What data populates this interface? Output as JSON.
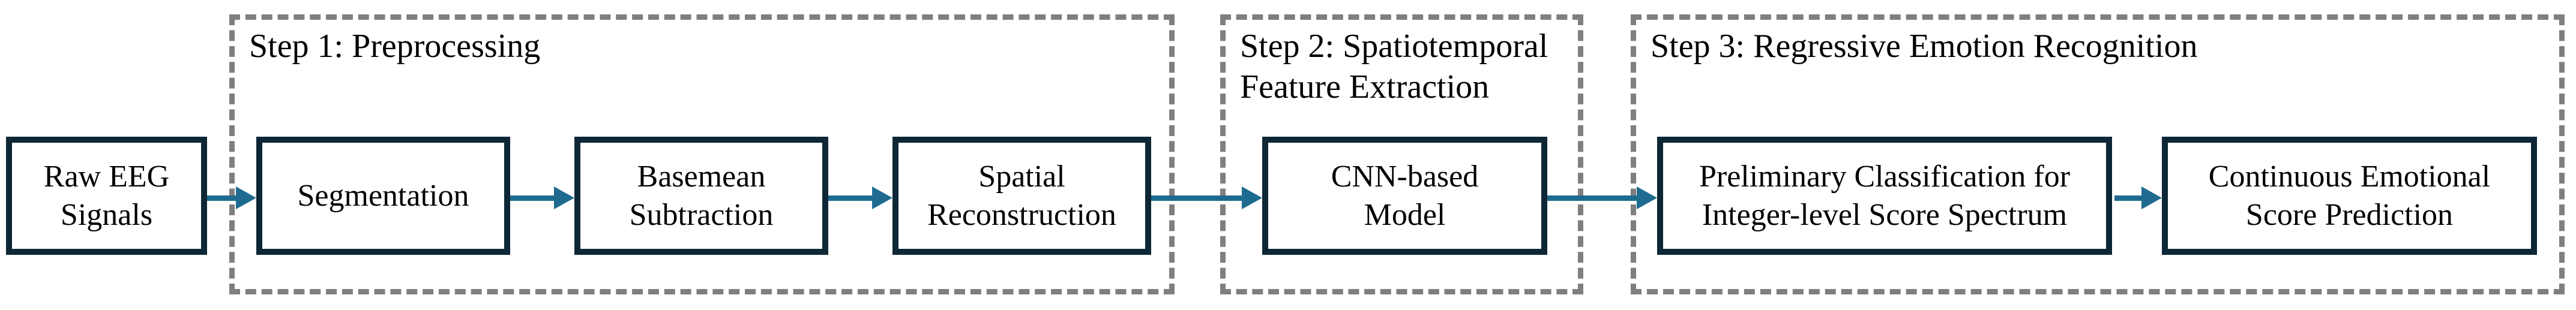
{
  "colors": {
    "background": "#ffffff",
    "text": "#000000",
    "box_border": "#0d2736",
    "arrow": "#1f6b90",
    "container_border": "#7f7f7f"
  },
  "diagram": {
    "type": "flowchart",
    "direction": "left-to-right",
    "input_node": {
      "label": "Raw EEG\nSignals"
    },
    "steps": [
      {
        "title": "Step 1: Preprocessing",
        "nodes": [
          {
            "label": "Segmentation"
          },
          {
            "label": "Basemean\nSubtraction"
          },
          {
            "label": "Spatial\nReconstruction"
          }
        ]
      },
      {
        "title": "Step 2: Spatiotemporal\nFeature Extraction",
        "nodes": [
          {
            "label": "CNN-based\nModel"
          }
        ]
      },
      {
        "title": "Step 3: Regressive Emotion Recognition",
        "nodes": [
          {
            "label": "Preliminary Classification for\nInteger-level Score Spectrum"
          },
          {
            "label": "Continuous Emotional\nScore Prediction"
          }
        ]
      }
    ],
    "flow": [
      "Raw EEG Signals -> Segmentation",
      "Segmentation -> Basemean Subtraction",
      "Basemean Subtraction -> Spatial Reconstruction",
      "Spatial Reconstruction -> CNN-based Model",
      "CNN-based Model -> Preliminary Classification for Integer-level Score Spectrum",
      "Preliminary Classification for Integer-level Score Spectrum -> Continuous Emotional Score Prediction"
    ]
  }
}
